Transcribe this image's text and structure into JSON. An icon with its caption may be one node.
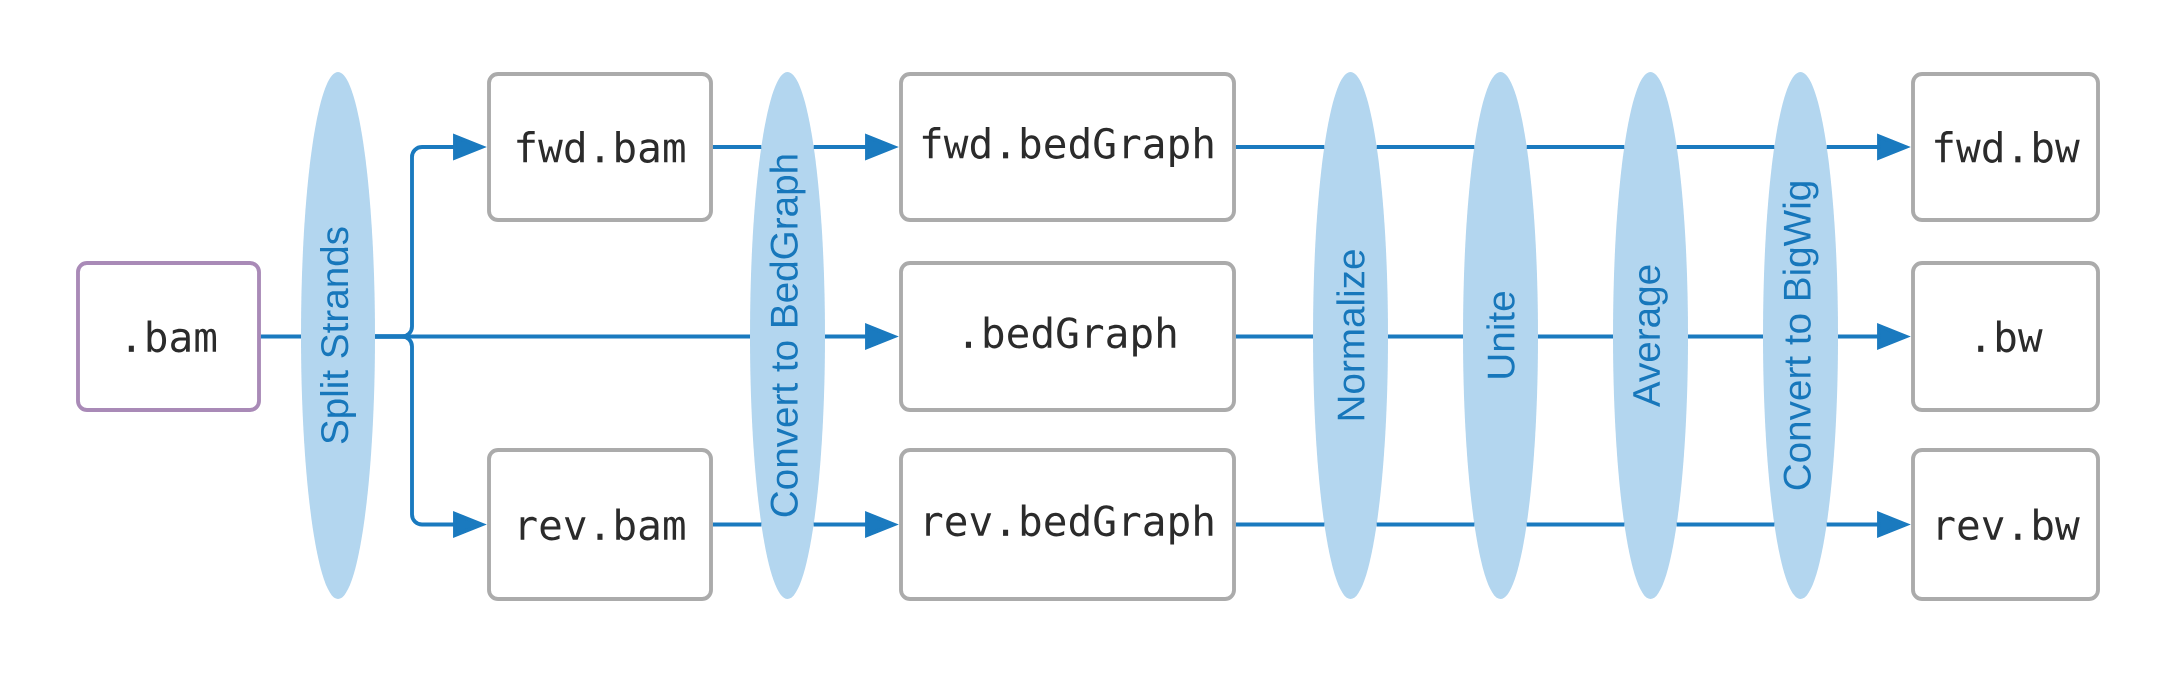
{
  "diagram": {
    "nodes": [
      {
        "text": [
          ".bam"
        ]
      },
      {
        "text": [
          "Split Strands"
        ]
      },
      {
        "text": [
          "fwd.bam"
        ]
      },
      {
        "text": [
          "rev.bam"
        ]
      },
      {
        "text": [
          "Convert to BedGraph"
        ]
      },
      {
        "text": [
          "fwd.bedGraph"
        ]
      },
      {
        "text": [
          ".bedGraph"
        ]
      },
      {
        "text": [
          "rev.bedGraph"
        ]
      },
      {
        "text": [
          "Normalize"
        ]
      },
      {
        "text": [
          "Unite"
        ]
      },
      {
        "text": [
          "Average"
        ]
      },
      {
        "text": [
          "Convert to BigWig"
        ]
      },
      {
        "text": [
          "fwd.bw"
        ]
      },
      {
        "text": [
          ".bw"
        ]
      },
      {
        "text": [
          "rev.bw"
        ]
      }
    ],
    "edges": [
      {
        "from": 0,
        "to": 1,
        "arrow": "none"
      },
      {
        "from": 1,
        "to": 2,
        "arrow": "to"
      },
      {
        "from": 1,
        "to": 4,
        "arrow": "none"
      },
      {
        "from": 1,
        "to": 3,
        "arrow": "to"
      },
      {
        "from": 2,
        "to": 4,
        "arrow": "none"
      },
      {
        "from": 4,
        "to": 5,
        "arrow": "to"
      },
      {
        "from": 4,
        "to": 6,
        "arrow": "to"
      },
      {
        "from": 3,
        "to": 4,
        "arrow": "none"
      },
      {
        "from": 4,
        "to": 7,
        "arrow": "to"
      },
      {
        "from": 5,
        "to": 8,
        "arrow": "none"
      },
      {
        "from": 6,
        "to": 8,
        "arrow": "none"
      },
      {
        "from": 7,
        "to": 8,
        "arrow": "none"
      },
      {
        "from": 8,
        "to": 9,
        "arrow": "none"
      },
      {
        "from": 8,
        "to": 9,
        "arrow": "none"
      },
      {
        "from": 8,
        "to": 9,
        "arrow": "none"
      },
      {
        "from": 9,
        "to": 10,
        "arrow": "none"
      },
      {
        "from": 9,
        "to": 10,
        "arrow": "none"
      },
      {
        "from": 9,
        "to": 10,
        "arrow": "none"
      },
      {
        "from": 10,
        "to": 11,
        "arrow": "none"
      },
      {
        "from": 10,
        "to": 11,
        "arrow": "none"
      },
      {
        "from": 10,
        "to": 11,
        "arrow": "none"
      },
      {
        "from": 11,
        "to": 12,
        "arrow": "to"
      },
      {
        "from": 11,
        "to": 13,
        "arrow": "to"
      },
      {
        "from": 11,
        "to": 14,
        "arrow": "to"
      }
    ]
  }
}
